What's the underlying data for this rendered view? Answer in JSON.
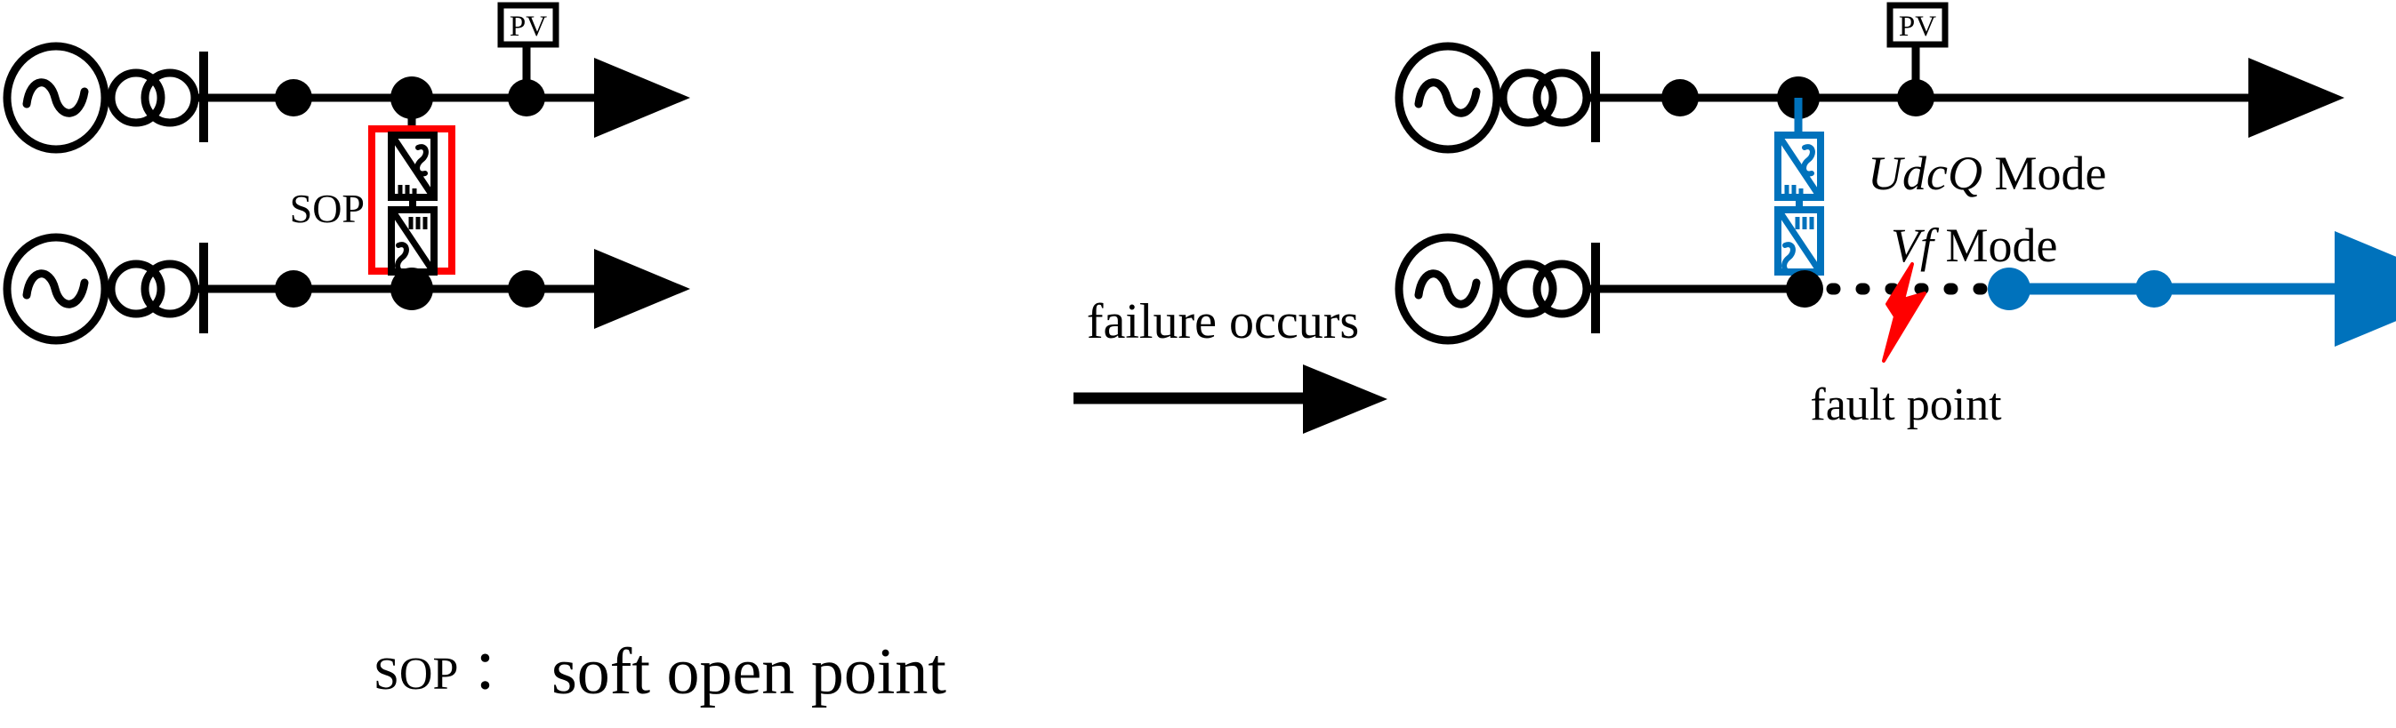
{
  "diagram": {
    "title_legend": "SOP： soft open point",
    "legend_abbrev": "SOP",
    "legend_separator": "：",
    "legend_expansion": "soft open point",
    "transition_label": "failure occurs",
    "colors": {
      "line": "#000000",
      "highlight_box": "#FF0000",
      "fault": "#FF0000",
      "converter_active": "#0072BC",
      "background": "#FFFFFF"
    },
    "panels": [
      {
        "id": "before",
        "name": "normal-operation",
        "feeders": [
          {
            "id": "feeder-upper-left",
            "source_label": "AC source",
            "transformer_label": "transformer",
            "busbar_label": "busbar",
            "nodes": 3,
            "has_pv": true,
            "pv_label": "PV",
            "line_style": "solid",
            "line_color": "#000000"
          },
          {
            "id": "feeder-lower-left",
            "source_label": "AC source",
            "transformer_label": "transformer",
            "busbar_label": "busbar",
            "nodes": 3,
            "has_pv": false,
            "line_style": "solid",
            "line_color": "#000000"
          }
        ],
        "sop": {
          "label": "SOP",
          "box_color": "#FF0000",
          "state": "inactive",
          "converters": [
            {
              "id": "converter-upper-left",
              "ac_side": "top-right",
              "dc_side": "bottom-left",
              "color": "#000000",
              "mode": ""
            },
            {
              "id": "converter-lower-left",
              "ac_side": "bottom-left",
              "dc_side": "top-right",
              "color": "#000000",
              "mode": ""
            }
          ]
        }
      },
      {
        "id": "after",
        "name": "post-fault-operation",
        "feeders": [
          {
            "id": "feeder-upper-right",
            "source_label": "AC source",
            "transformer_label": "transformer",
            "busbar_label": "busbar",
            "nodes": 3,
            "has_pv": true,
            "pv_label": "PV",
            "line_style": "solid",
            "line_color": "#000000"
          },
          {
            "id": "feeder-lower-right",
            "source_label": "AC source",
            "transformer_label": "transformer",
            "busbar_label": "busbar",
            "nodes": 3,
            "has_pv": false,
            "line_style": "solid-then-dotted-then-blue",
            "line_color": "#0072BC",
            "fault": {
              "label": "fault point",
              "color": "#FF0000",
              "symbol": "lightning-bolt"
            }
          }
        ],
        "sop": {
          "label": "",
          "box_color": "",
          "state": "active",
          "converters": [
            {
              "id": "converter-upper-right",
              "ac_side": "top-right",
              "dc_side": "bottom-left",
              "color": "#0072BC",
              "mode": "UdcQ Mode"
            },
            {
              "id": "converter-lower-right",
              "ac_side": "bottom-left",
              "dc_side": "top-right",
              "color": "#0072BC",
              "mode": "Vf Mode"
            }
          ]
        },
        "mode_labels": [
          {
            "id": "mode-udcq",
            "italic_part": "UdcQ",
            "roman_part": " Mode"
          },
          {
            "id": "mode-vf",
            "italic_part": "Vf",
            "roman_part": " Mode"
          }
        ]
      }
    ]
  }
}
